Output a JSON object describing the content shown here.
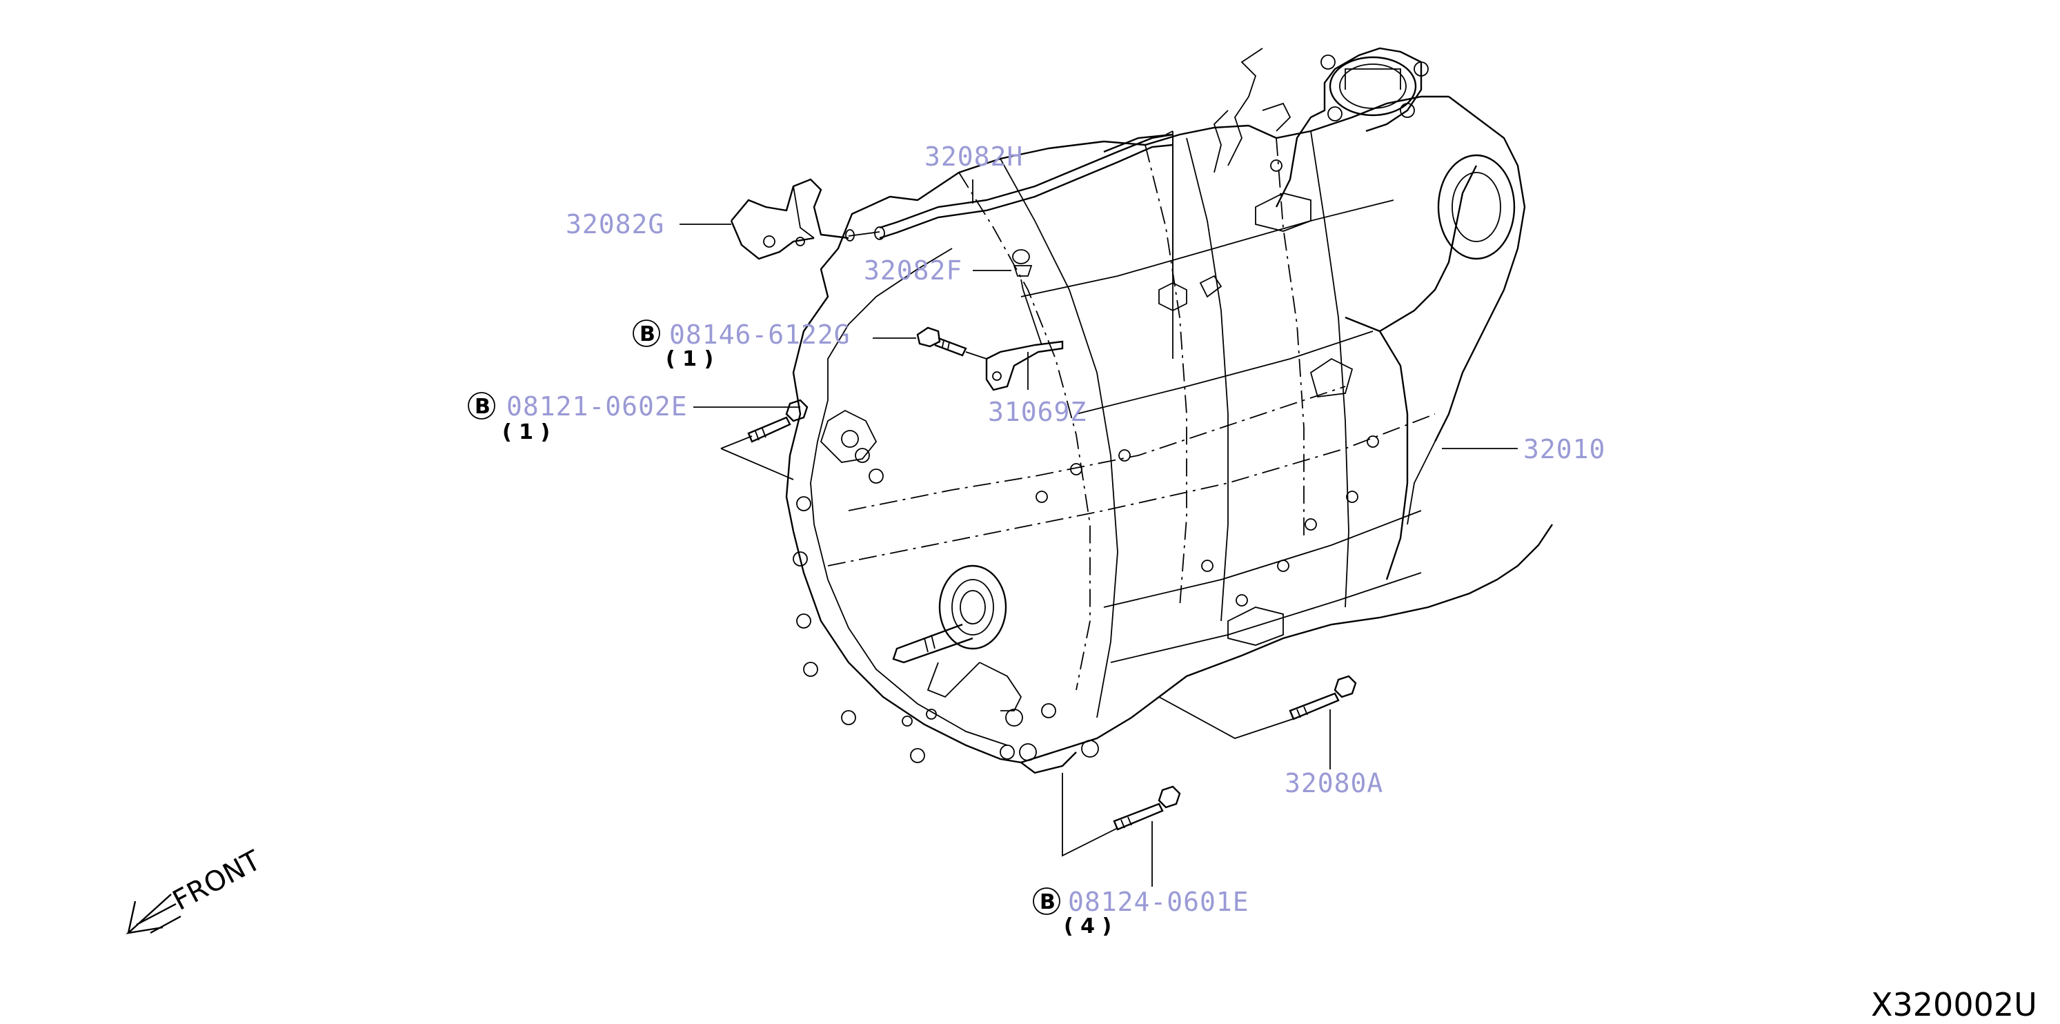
{
  "colors": {
    "part_number": "#9a9ad6",
    "ink": "#000000",
    "background": "#ffffff"
  },
  "parts": {
    "p32082H": {
      "number": "32082H"
    },
    "p32082G": {
      "number": "32082G"
    },
    "p32082F": {
      "number": "32082F"
    },
    "p08146": {
      "number": "08146-6122G",
      "badge": "B",
      "qty": "( 1 )"
    },
    "p08121": {
      "number": "08121-0602E",
      "badge": "B",
      "qty": "( 1 )"
    },
    "p31069Z": {
      "number": "31069Z"
    },
    "p32010": {
      "number": "32010"
    },
    "p32080A": {
      "number": "32080A"
    },
    "p08124": {
      "number": "08124-0601E",
      "badge": "B",
      "qty": "( 4 )"
    }
  },
  "front_indicator": {
    "label": "FRONT",
    "icon": "arrow-icon"
  },
  "diagram_code": "X320002U"
}
